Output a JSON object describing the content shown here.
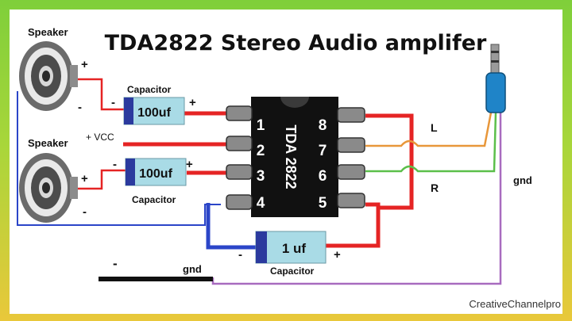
{
  "title": "TDA2822 Stereo Audio amplifer",
  "chip": {
    "label": "TDA 2822",
    "pins_left": [
      "1",
      "2",
      "3",
      "4"
    ],
    "pins_right": [
      "8",
      "7",
      "6",
      "5"
    ]
  },
  "speakers": [
    {
      "label": "Speaker",
      "plus": "+",
      "minus": "-"
    },
    {
      "label": "Speaker",
      "plus": "+",
      "minus": "-"
    }
  ],
  "capacitors": [
    {
      "value": "100uf",
      "label": "Capacitor",
      "minus": "-",
      "plus": "+"
    },
    {
      "value": "100uf",
      "label": "Capacitor",
      "minus": "-",
      "plus": "+"
    },
    {
      "value": "1 uf",
      "label": "Capacitor",
      "minus": "-",
      "plus": "+"
    }
  ],
  "vcc_label": "+ VCC",
  "gnd_left": {
    "minus": "-",
    "label": "gnd"
  },
  "gnd_right": "gnd",
  "channel_left": "L",
  "channel_right": "R",
  "watermark": "CreativeChannelpro",
  "colors": {
    "wire_red": "#e52424",
    "wire_blue": "#2b45c8",
    "wire_orange": "#e8973a",
    "wire_green": "#5bbf4a",
    "wire_purple": "#a86bbf",
    "capacitor_body": "#a9dbe6",
    "capacitor_band": "#2b3a9e",
    "chip_body": "#111111",
    "jack_body": "#1f84c8"
  }
}
